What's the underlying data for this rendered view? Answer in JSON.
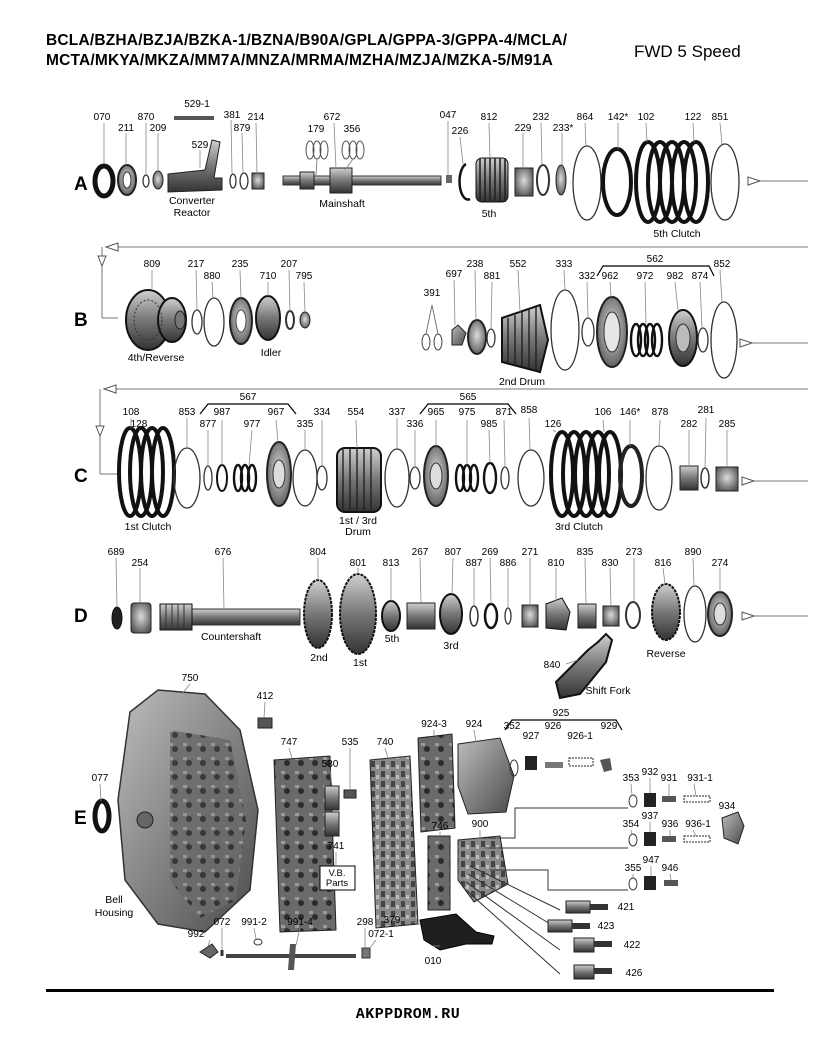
{
  "header": {
    "line1": "BCLA/BZHA/BZJA/BZKA-1/BZNA/B90A/GPLA/GPPA-3/GPPA-4/MCLA/",
    "line2": "MCTA/MKYA/MKZA/MM7A/MNZA/MRMA/MZHA/MZJA/MZKA-5/M91A",
    "subtitle": "FWD 5 Speed"
  },
  "footer": "AKPPDROM.RU",
  "colors": {
    "ink": "#000000",
    "part_dark": "#2b2b2b",
    "part_mid": "#6e6e6e",
    "part_light": "#b5b5b5",
    "leader": "#888888"
  },
  "rows": {
    "A": "A",
    "B": "B",
    "C": "C",
    "D": "D",
    "E": "E"
  },
  "numbers": {
    "a_070": "070",
    "a_211": "211",
    "a_870": "870",
    "a_209": "209",
    "a_529_1": "529-1",
    "a_529": "529",
    "a_381": "381",
    "a_879": "879",
    "a_214": "214",
    "a_672": "672",
    "a_179": "179",
    "a_356": "356",
    "a_047": "047",
    "a_226": "226",
    "a_812": "812",
    "a_229": "229",
    "a_232": "232",
    "a_233": "233*",
    "a_864": "864",
    "a_142": "142*",
    "a_102": "102",
    "a_122": "122",
    "a_851": "851",
    "b_809": "809",
    "b_217": "217",
    "b_880": "880",
    "b_235": "235",
    "b_710": "710",
    "b_207": "207",
    "b_795": "795",
    "b_391": "391",
    "b_697": "697",
    "b_238": "238",
    "b_881": "881",
    "b_552": "552",
    "b_333": "333",
    "b_562": "562",
    "b_332": "332",
    "b_962": "962",
    "b_972": "972",
    "b_982": "982",
    "b_874": "874",
    "b_852": "852",
    "c_108": "108",
    "c_128": "128",
    "c_853": "853",
    "c_567": "567",
    "c_877": "877",
    "c_987": "987",
    "c_977": "977",
    "c_967": "967",
    "c_335": "335",
    "c_334": "334",
    "c_554": "554",
    "c_337": "337",
    "c_336": "336",
    "c_565": "565",
    "c_965": "965",
    "c_975": "975",
    "c_871": "871",
    "c_985": "985",
    "c_858": "858",
    "c_126": "126",
    "c_106": "106",
    "c_146": "146*",
    "c_878": "878",
    "c_281": "281",
    "c_282": "282",
    "c_285": "285",
    "d_689": "689",
    "d_254": "254",
    "d_676": "676",
    "d_804": "804",
    "d_801": "801",
    "d_813": "813",
    "d_267": "267",
    "d_807": "807",
    "d_887": "887",
    "d_269": "269",
    "d_886": "886",
    "d_271": "271",
    "d_810": "810",
    "d_835": "835",
    "d_830": "830",
    "d_273": "273",
    "d_816": "816",
    "d_890": "890",
    "d_274": "274",
    "d_840": "840",
    "e_750": "750",
    "e_077": "077",
    "e_412": "412",
    "e_747": "747",
    "e_530": "530",
    "e_535": "535",
    "e_740": "740",
    "e_741": "741",
    "e_924_3": "924-3",
    "e_924": "924",
    "e_925": "925",
    "e_352": "352",
    "e_927": "927",
    "e_926": "926",
    "e_926_1": "926-1",
    "e_929": "929",
    "e_353": "353",
    "e_932": "932",
    "e_931": "931",
    "e_931_1": "931-1",
    "e_934": "934",
    "e_354": "354",
    "e_937": "937",
    "e_936": "936",
    "e_936_1": "936-1",
    "e_746": "746",
    "e_900": "900",
    "e_355": "355",
    "e_947": "947",
    "e_946": "946",
    "e_421": "421",
    "e_423": "423",
    "e_422": "422",
    "e_426": "426",
    "e_992": "992",
    "e_072": "072",
    "e_991_2": "991-2",
    "e_991_4": "991-4",
    "e_298": "298",
    "e_072_1": "072-1",
    "e_379": "379",
    "e_010": "010"
  },
  "captions": {
    "converter": "Converter",
    "reactor": "Reactor",
    "mainshaft": "Mainshaft",
    "fifth": "5th",
    "fifth_clutch": "5th Clutch",
    "fourth_reverse": "4th/Reverse",
    "idler": "Idler",
    "second_drum": "2nd Drum",
    "first_clutch": "1st Clutch",
    "drum_1_3a": "1st / 3rd",
    "drum_1_3b": "Drum",
    "third_clutch": "3rd Clutch",
    "countershaft": "Countershaft",
    "second": "2nd",
    "first": "1st",
    "fifth_d": "5th",
    "third": "3rd",
    "reverse": "Reverse",
    "shift_fork": "Shift Fork",
    "vb_parts_1": "V.B.",
    "vb_parts_2": "Parts",
    "bell_1": "Bell",
    "bell_2": "Housing"
  }
}
